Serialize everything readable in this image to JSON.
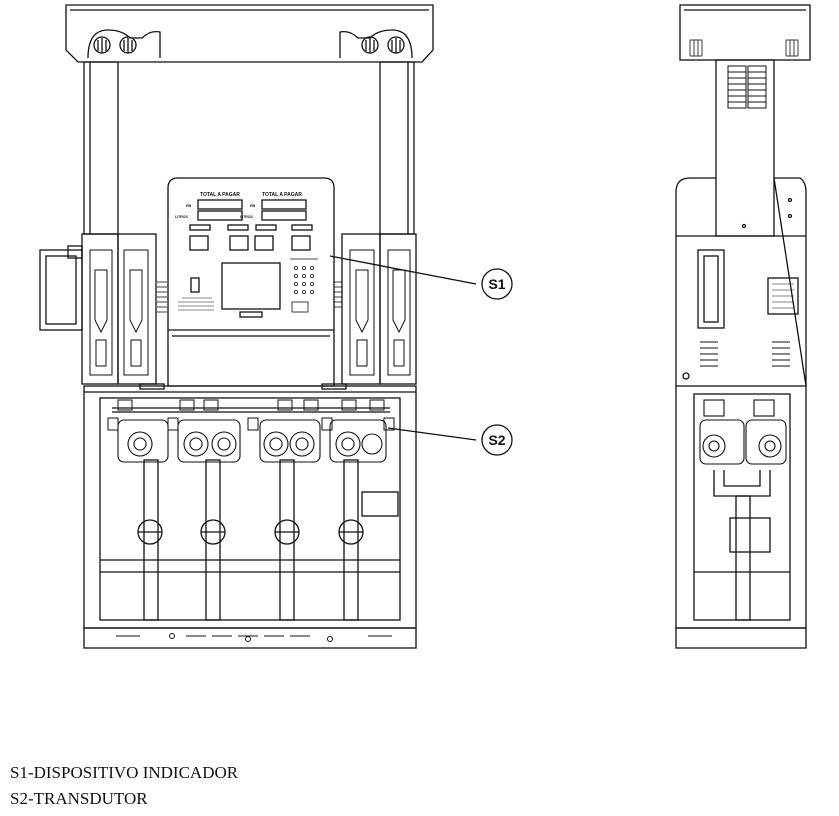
{
  "panel": {
    "total_label": "TOTAL A PAGAR",
    "currency": "R$",
    "liters_label": "LITROS"
  },
  "callouts": {
    "s1": "S1",
    "s2": "S2"
  },
  "legend": [
    "S1-DISPOSITIVO INDICADOR",
    "S2-TRANSDUTOR"
  ]
}
